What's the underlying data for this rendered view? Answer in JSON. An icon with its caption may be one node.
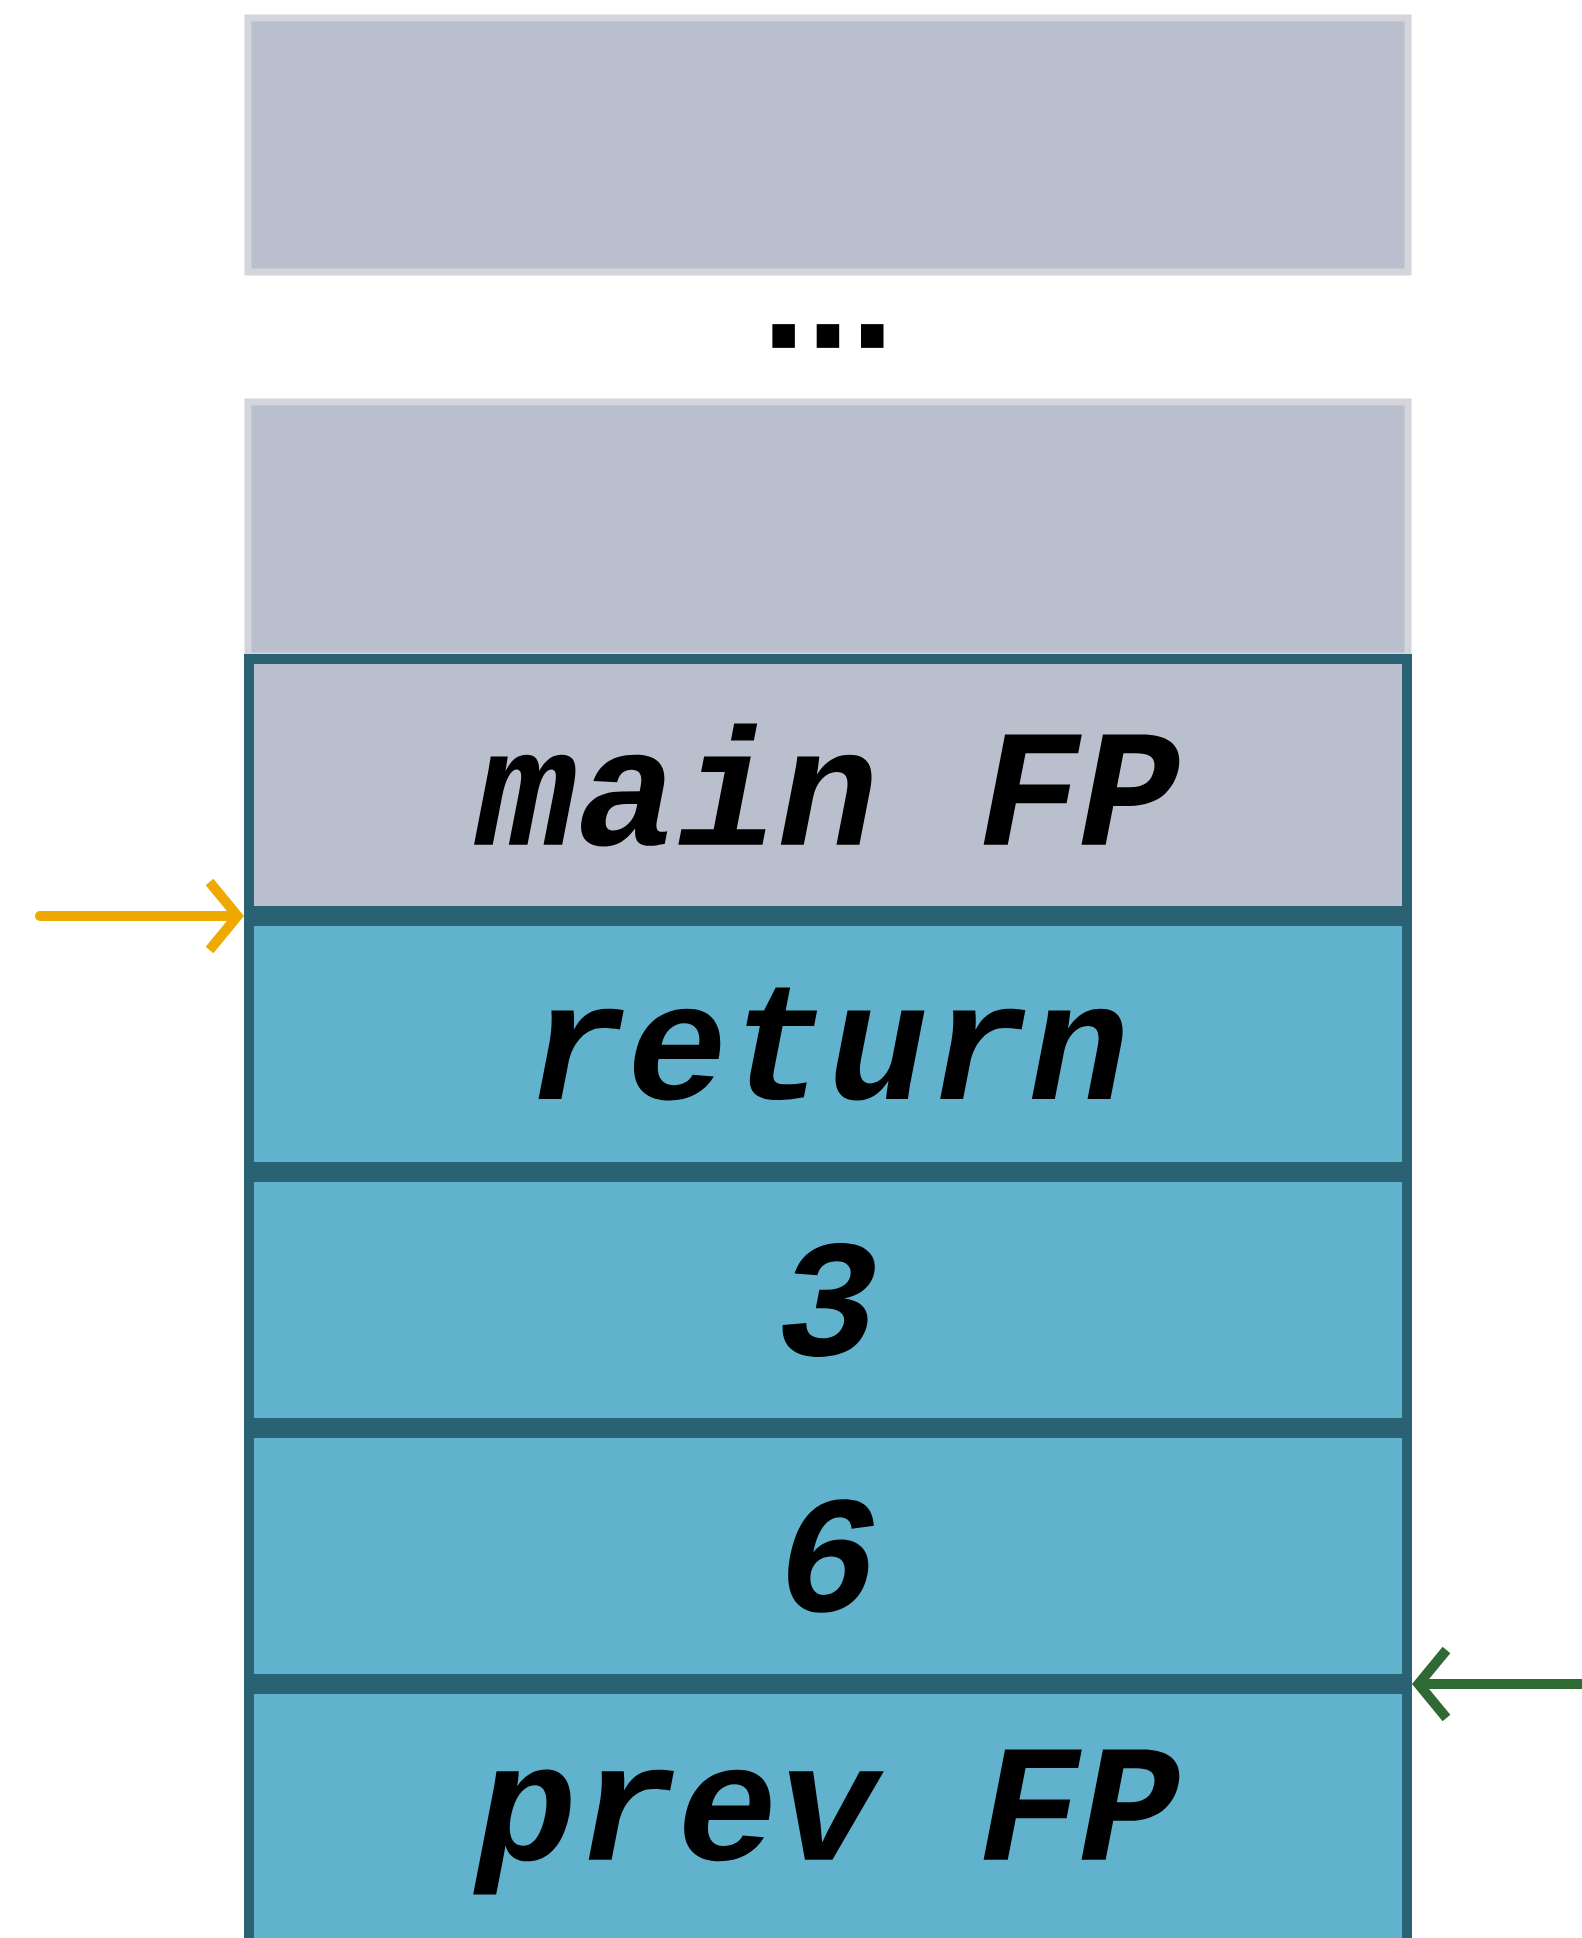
{
  "diagram": {
    "nodes": [
      {
        "text": [],
        "shape": "box"
      },
      {
        "text": [],
        "shape": "box"
      },
      {
        "text": [
          "main FP"
        ]
      },
      {
        "text": [
          "return"
        ]
      },
      {
        "text": [
          "3"
        ]
      },
      {
        "text": [
          "6"
        ]
      },
      {
        "text": [
          "prev FP"
        ]
      }
    ],
    "edges": [
      {
        "from": null,
        "to": 3,
        "arrow": "to",
        "color": "#eeaa00"
      },
      {
        "from": null,
        "to": 6,
        "arrow": "to",
        "color": "#2f6a34"
      }
    ],
    "labels": [
      "..."
    ]
  }
}
